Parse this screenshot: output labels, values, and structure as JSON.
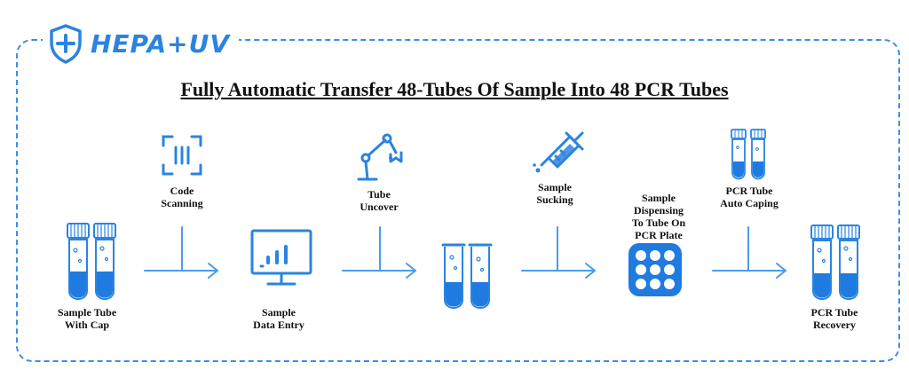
{
  "brand": {
    "name": "HEPA+UV",
    "icon": "shield-plus-icon"
  },
  "title": "Fully Automatic Transfer 48-Tubes Of Sample Into 48 PCR Tubes",
  "colors": {
    "accent": "#2a84e0",
    "dashed_border": "#3d8fe4",
    "arrow": "#4a9cec"
  },
  "steps": [
    {
      "id": "sample-tube",
      "icon": "sample-tubes-icon",
      "lines": [
        "Sample Tube",
        "With Cap"
      ]
    },
    {
      "id": "code-scanning",
      "icon": "barcode-scan-icon",
      "lines": [
        "Code",
        "Scanning"
      ]
    },
    {
      "id": "data-entry",
      "icon": "monitor-chart-icon",
      "lines": [
        "Sample",
        "Data Entry"
      ]
    },
    {
      "id": "tube-uncover",
      "icon": "robot-arm-icon",
      "lines": [
        "Tube",
        "Uncover"
      ]
    },
    {
      "id": "open-tubes",
      "icon": "open-tubes-icon",
      "lines": []
    },
    {
      "id": "sample-sucking",
      "icon": "syringe-icon",
      "lines": [
        "Sample",
        "Sucking"
      ]
    },
    {
      "id": "dispensing",
      "icon": "pcr-plate-icon",
      "lines": [
        "Sample",
        "Dispensing",
        "To Tube On",
        "PCR Plate"
      ]
    },
    {
      "id": "auto-caping",
      "icon": "capped-tubes-icon",
      "lines": [
        "PCR Tube",
        "Auto Caping"
      ]
    },
    {
      "id": "recovery",
      "icon": "pcr-tubes-icon",
      "lines": [
        "PCR Tube",
        "Recovery"
      ]
    }
  ]
}
